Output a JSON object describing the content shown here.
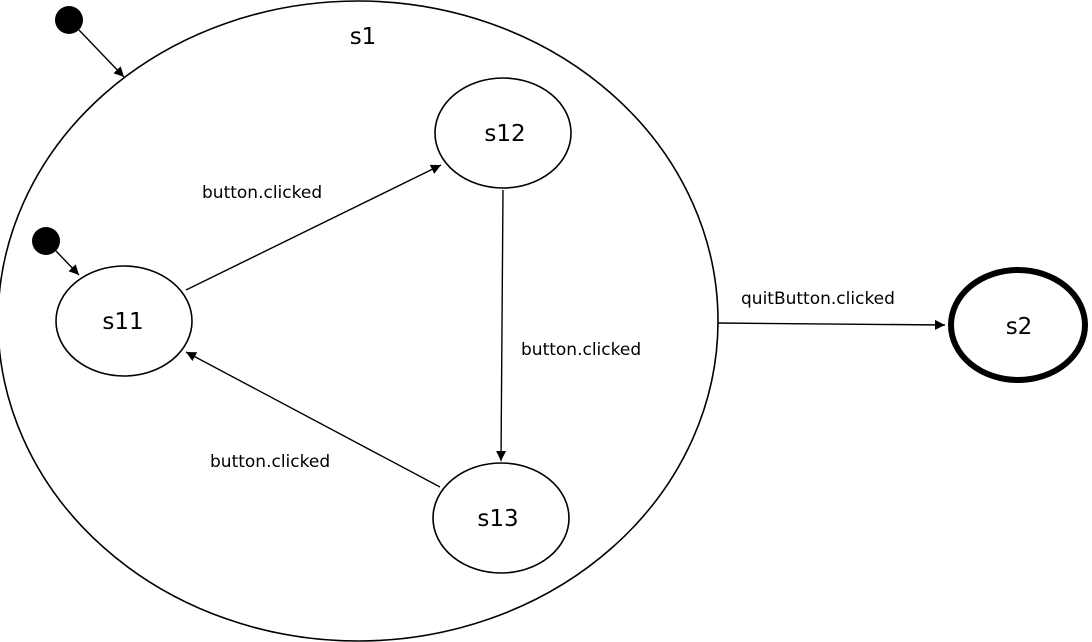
{
  "states": {
    "s1": "s1",
    "s11": "s11",
    "s12": "s12",
    "s13": "s13",
    "s2": "s2"
  },
  "transitions": {
    "s11_to_s12": "button.clicked",
    "s12_to_s13": "button.clicked",
    "s13_to_s11": "button.clicked",
    "s1_to_s2": "quitButton.clicked"
  }
}
